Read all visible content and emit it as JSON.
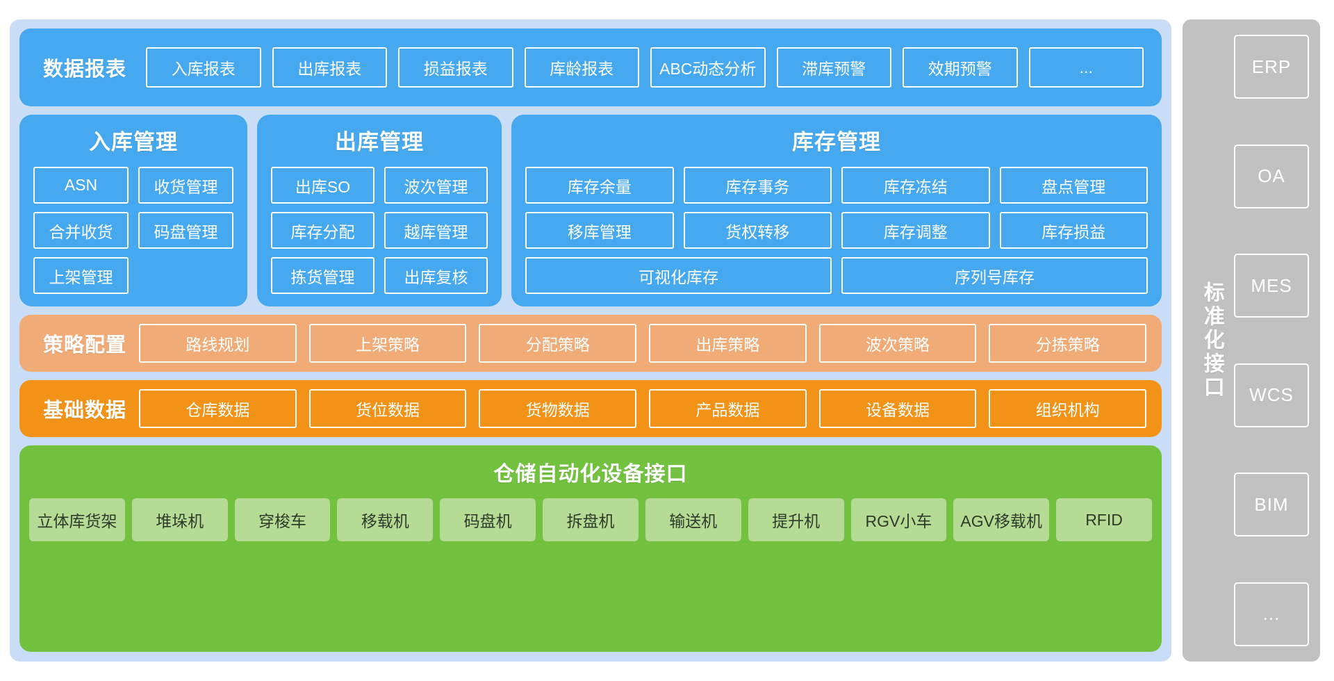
{
  "diagram": {
    "colors": {
      "panel_background": "#c9ddf7",
      "blue": "#46a8ef",
      "peach": "#f0ab77",
      "orange": "#f29318",
      "green": "#72c13f",
      "green_chip": "#b5db94",
      "gray": "#c1c1c1"
    }
  },
  "reports": {
    "title": "数据报表",
    "items": [
      "入库报表",
      "出库报表",
      "损益报表",
      "库龄报表",
      "ABC动态分析",
      "滞库预警",
      "效期预警",
      "..."
    ]
  },
  "management": [
    {
      "title": "入库管理",
      "items": [
        "ASN",
        "收货管理",
        "合并收货",
        "码盘管理",
        "上架管理"
      ]
    },
    {
      "title": "出库管理",
      "items": [
        "出库SO",
        "波次管理",
        "库存分配",
        "越库管理",
        "拣货管理",
        "出库复核"
      ]
    },
    {
      "title": "库存管理",
      "items": [
        "库存余量",
        "库存事务",
        "库存冻结",
        "盘点管理",
        "移库管理",
        "货权转移",
        "库存调整",
        "库存损益"
      ],
      "wide_items": [
        "可视化库存",
        "序列号库存"
      ]
    }
  ],
  "policy": {
    "title": "策略配置",
    "items": [
      "路线规划",
      "上架策略",
      "分配策略",
      "出库策略",
      "波次策略",
      "分拣策略"
    ]
  },
  "basic_data": {
    "title": "基础数据",
    "items": [
      "仓库数据",
      "货位数据",
      "货物数据",
      "产品数据",
      "设备数据",
      "组织机构"
    ]
  },
  "equipment": {
    "title": "仓储自动化设备接口",
    "items": [
      "立体库货架",
      "堆垛机",
      "穿梭车",
      "移载机",
      "码盘机",
      "拆盘机",
      "输送机",
      "提升机",
      "RGV小车",
      "AGV移载机",
      "RFID"
    ]
  },
  "interfaces": {
    "label": "标准化接口",
    "items": [
      "ERP",
      "OA",
      "MES",
      "WCS",
      "BIM",
      "..."
    ]
  }
}
